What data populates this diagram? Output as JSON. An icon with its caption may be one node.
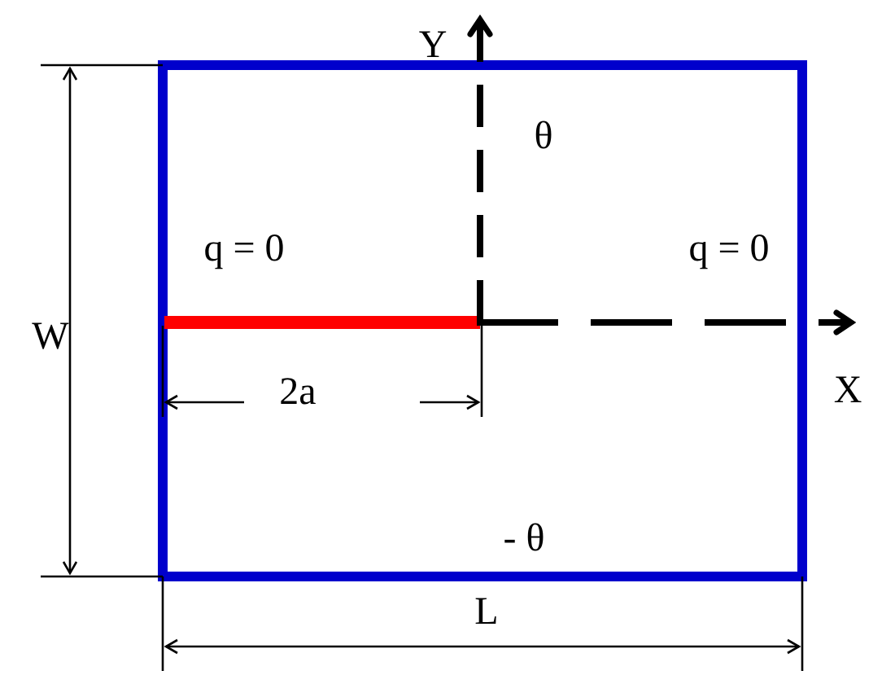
{
  "diagram": {
    "labels": [
      "Y",
      "θ",
      "q = 0",
      "q = 0",
      "W",
      "X",
      "2a",
      "- θ",
      "L"
    ]
  }
}
